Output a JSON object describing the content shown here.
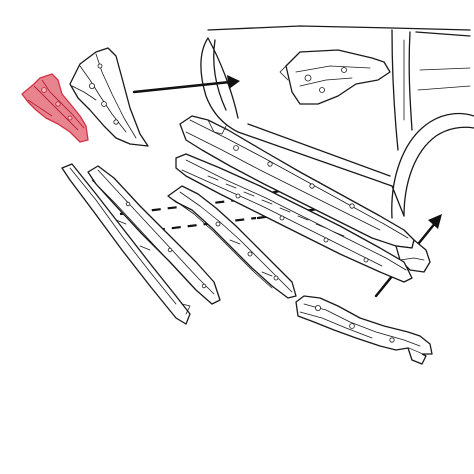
{
  "colors": {
    "background": "#ffffff",
    "line": "#1a1a1a",
    "highlight_fill": "#e8848e",
    "highlight_stroke": "#d23246"
  },
  "parts": [
    {
      "id": "highlighted-bracket",
      "highlighted": true
    },
    {
      "id": "a-pillar-panel",
      "highlighted": false
    },
    {
      "id": "inner-sill-bracket",
      "highlighted": false
    },
    {
      "id": "upper-rocker-rail",
      "highlighted": false
    },
    {
      "id": "inner-rocker-panel",
      "highlighted": false
    },
    {
      "id": "middle-sill-channel",
      "highlighted": false
    },
    {
      "id": "outer-sill-strip",
      "highlighted": false
    },
    {
      "id": "rear-jacking-bracket",
      "highlighted": false
    }
  ]
}
